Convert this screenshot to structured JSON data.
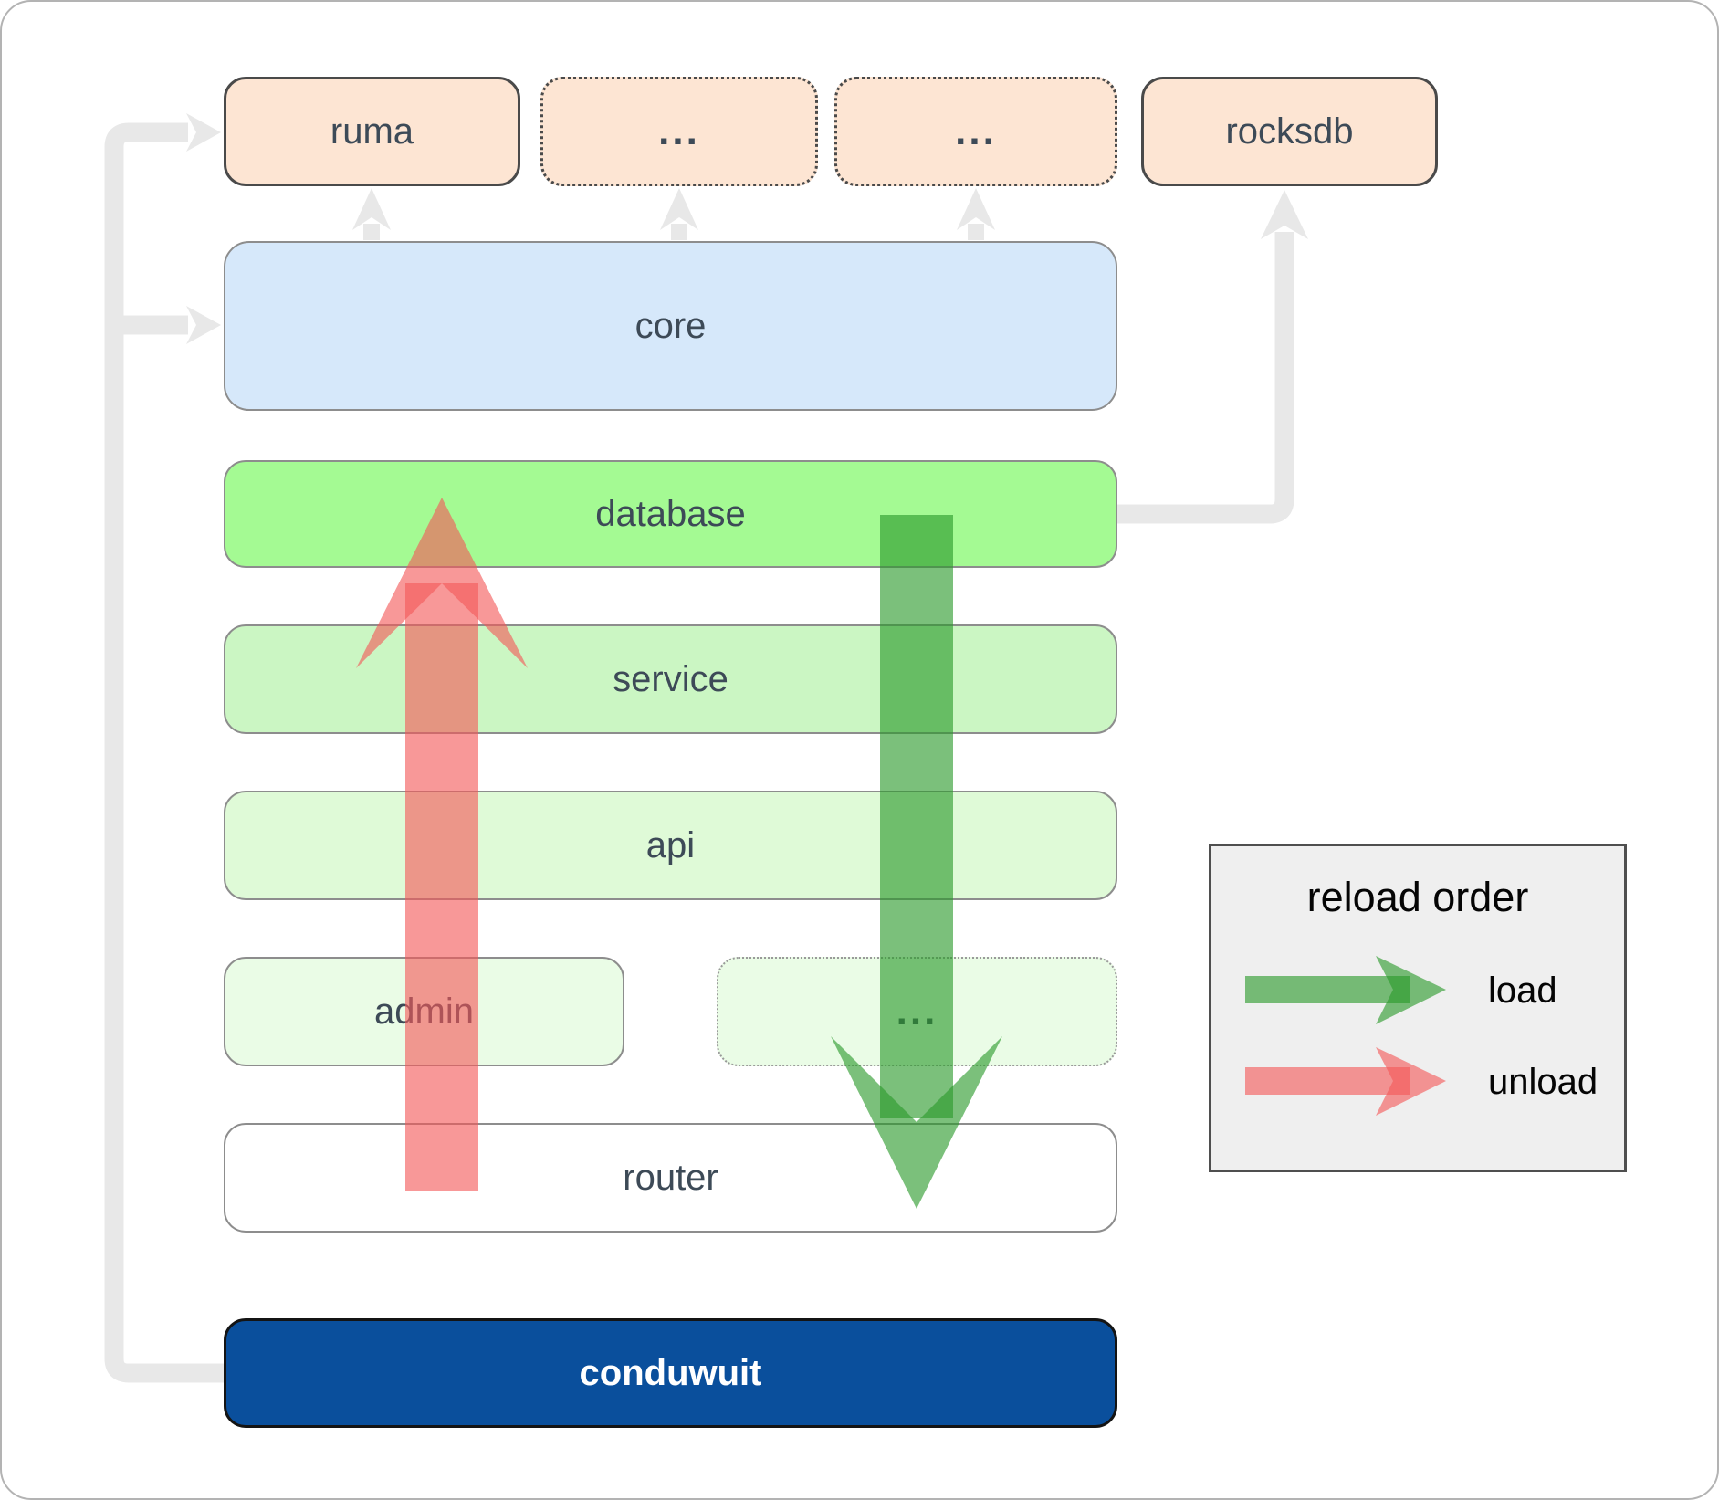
{
  "diagram": {
    "boxes": {
      "ruma": "ruma",
      "deps1": "...",
      "deps2": "...",
      "rocksdb": "rocksdb",
      "core": "core",
      "database": "database",
      "service": "service",
      "api": "api",
      "admin": "admin",
      "admin_more": "...",
      "router": "router",
      "conduwuit": "conduwuit"
    },
    "legend": {
      "title": "reload order",
      "load_label": "load",
      "unload_label": "unload"
    },
    "colors": {
      "peach": "#fde5d3",
      "core_blue": "#d6e8fa",
      "database_green": "#a4fa93",
      "service_green": "#cbf6c3",
      "api_green": "#dffad7",
      "admin_green": "#eafce6",
      "router_white": "#ffffff",
      "conduwuit_navy": "#0a4f9c",
      "connector_gray": "#e8e8e8",
      "load_green": "#2a9a2a",
      "unload_red": "#f45858",
      "label_text": "#3d4a57",
      "legend_bg": "#efefef"
    }
  }
}
